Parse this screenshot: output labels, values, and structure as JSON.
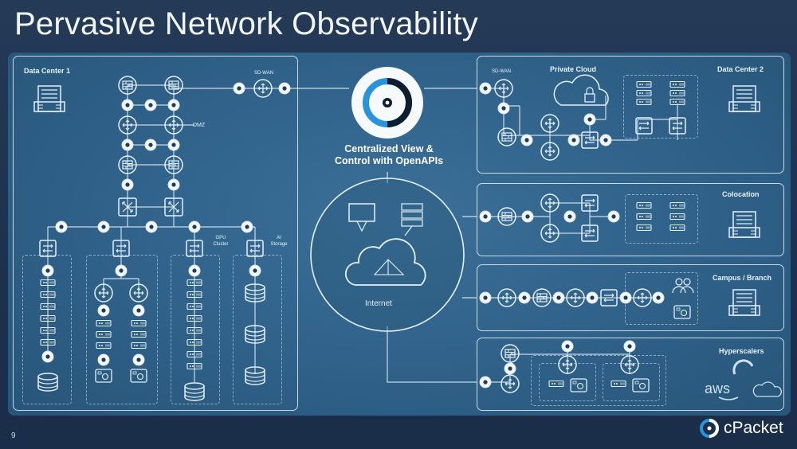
{
  "slide": {
    "title": "Pervasive Network Observability",
    "page_number": "9"
  },
  "central": {
    "title_line1": "Centralized View &",
    "title_line2": "Control with OpenAPIs",
    "internet_label": "Internet"
  },
  "data_center_1": {
    "title": "Data Center 1",
    "sdwan_label": "SD-WAN",
    "dmz_label": "DMZ",
    "gpu_label_1": "GPU",
    "gpu_label_2": "Cluster",
    "ai_label_1": "AI",
    "ai_label_2": "Storage"
  },
  "right_panels": {
    "sdwan_label": "SD-WAN",
    "private_cloud": "Private Cloud",
    "data_center_2": "Data Center 2",
    "colocation": "Colocation",
    "campus_branch": "Campus / Branch",
    "hyperscalers": "Hyperscalers",
    "aws": "aws"
  },
  "brand": {
    "name": "cPacket"
  },
  "colors": {
    "background": "#243a57",
    "panel": "#2f6189",
    "line": "#e6f0fa",
    "accent": "#1e8ad6"
  }
}
